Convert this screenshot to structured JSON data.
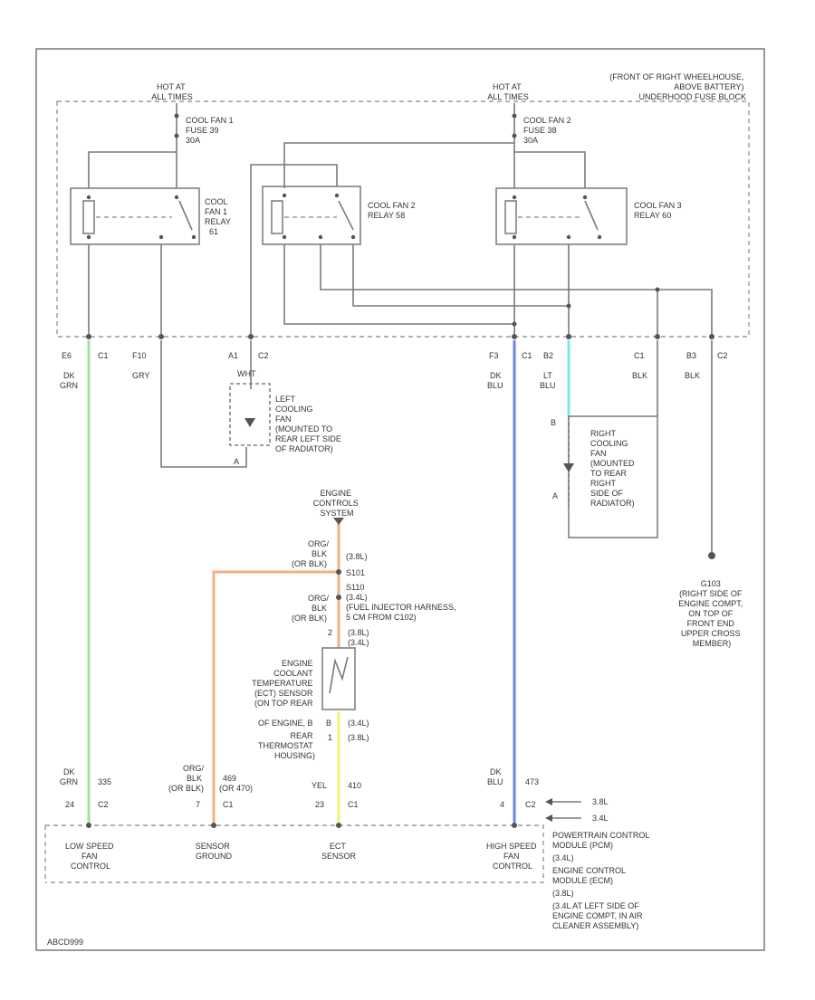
{
  "colors": {
    "green": "#9fe39f",
    "orange": "#f0b282",
    "blue": "#6d84e0",
    "cyan": "#7fe6e6",
    "yellow": "#f3f36c",
    "wire": "#7a7a7a"
  },
  "labels": {
    "fuse_block": [
      "(FRONT OF RIGHT WHEELHOUSE,",
      "ABOVE BATTERY)",
      "UNDERHOOD FUSE BLOCK"
    ],
    "hot1": [
      "HOT AT",
      "ALL TIMES"
    ],
    "hot2": [
      "HOT AT",
      "ALL TIMES"
    ],
    "fuse1": [
      "COOL FAN 1",
      "FUSE 39",
      "30A"
    ],
    "fuse2": [
      "COOL FAN 2",
      "FUSE 38",
      "30A"
    ],
    "relay1": [
      "COOL",
      "FAN 1",
      "RELAY",
      "61"
    ],
    "relay2": [
      "COOL FAN 2",
      "RELAY 58"
    ],
    "relay3": [
      "COOL FAN 3",
      "RELAY 60"
    ],
    "pin_e6": [
      "E6",
      "C1"
    ],
    "pin_f10": "F10",
    "pin_a1": [
      "A1",
      "C2"
    ],
    "pin_f3": [
      "F3",
      "C1"
    ],
    "pin_b2": "B2",
    "pin_c1": "C1",
    "pin_b3": [
      "B3",
      "C2"
    ],
    "wire_e6": [
      "DK",
      "GRN"
    ],
    "wire_f10": "GRY",
    "wire_a1": "WHT",
    "wire_f3": [
      "DK",
      "BLU"
    ],
    "wire_b2": [
      "LT",
      "BLU"
    ],
    "wire_c1": "BLK",
    "wire_b3": "BLK",
    "left_fan": [
      "LEFT",
      "COOLING",
      "FAN",
      "(MOUNTED TO",
      "REAR LEFT SIDE",
      "OF RADIATOR)"
    ],
    "left_fan_a": "A",
    "right_fan": [
      "RIGHT",
      "COOLING",
      "FAN",
      "(MOUNTED",
      "TO REAR",
      "RIGHT",
      "SIDE OF",
      "RADIATOR)"
    ],
    "right_fan_b": "B",
    "right_fan_a": "A",
    "g103": [
      "G103",
      "(RIGHT SIDE OF",
      "ENGINE COMPT,",
      "ON TOP OF",
      "FRONT END",
      "UPPER CROSS",
      "MEMBER)"
    ],
    "ecs": [
      "ENGINE",
      "CONTROLS",
      "SYSTEM"
    ],
    "wire_orgblk1": [
      "ORG/",
      "BLK",
      "(OR BLK)"
    ],
    "s101_top": [
      "(3.8L)",
      "S101"
    ],
    "s110": [
      "S110",
      "(3.4L)",
      "(FUEL INJECTOR HARNESS,",
      "5 CM FROM C102)"
    ],
    "wire_orgblk2": [
      "ORG/",
      "BLK",
      "(OR BLK)"
    ],
    "ect_pin_top": [
      "2",
      "(3.8L)",
      "(3.4L)"
    ],
    "ect_sensor": [
      "ENGINE",
      "COOLANT",
      "TEMPERATURE",
      "(ECT) SENSOR",
      "(ON TOP REAR",
      "OF ENGINE, B",
      "REAR",
      "THERMOSTAT",
      "HOUSING)"
    ],
    "ect_pins_bottom": [
      "(3.4L)",
      "(3.8L)"
    ],
    "ect_pin_b": "B",
    "ect_pin_1": "1",
    "bot_dkgrn": [
      "DK",
      "GRN",
      "335"
    ],
    "bot_pin_24": [
      "24",
      "C2"
    ],
    "bot_orgblk": [
      "ORG/",
      "BLK",
      "(OR BLK)",
      "469",
      "(OR 470)"
    ],
    "bot_pin_7": [
      "7",
      "C1"
    ],
    "bot_yel": [
      "YEL",
      "410"
    ],
    "bot_pin_23": [
      "23",
      "C1"
    ],
    "bot_dkblu": [
      "DK",
      "BLU",
      "473"
    ],
    "bot_pin_4": [
      "4",
      "C2"
    ],
    "engine_variants": [
      "3.8L",
      "3.4L"
    ],
    "pcm_sub": [
      "LOW SPEED",
      "FAN",
      "CONTROL"
    ],
    "pcm_sub2": [
      "SENSOR",
      "GROUND"
    ],
    "pcm_sub3": [
      "ECT",
      "SENSOR"
    ],
    "pcm_sub4": [
      "HIGH SPEED",
      "FAN",
      "CONTROL"
    ],
    "pcm": [
      "POWERTRAIN CONTROL",
      "MODULE (PCM)",
      "(3.4L)",
      "ENGINE CONTROL",
      "MODULE (ECM)",
      "(3.8L)",
      "(3.4L AT LEFT SIDE OF",
      "ENGINE COMPT, IN AIR",
      "CLEANER ASSEMBLY)"
    ],
    "figure_id": "ABCD999"
  }
}
